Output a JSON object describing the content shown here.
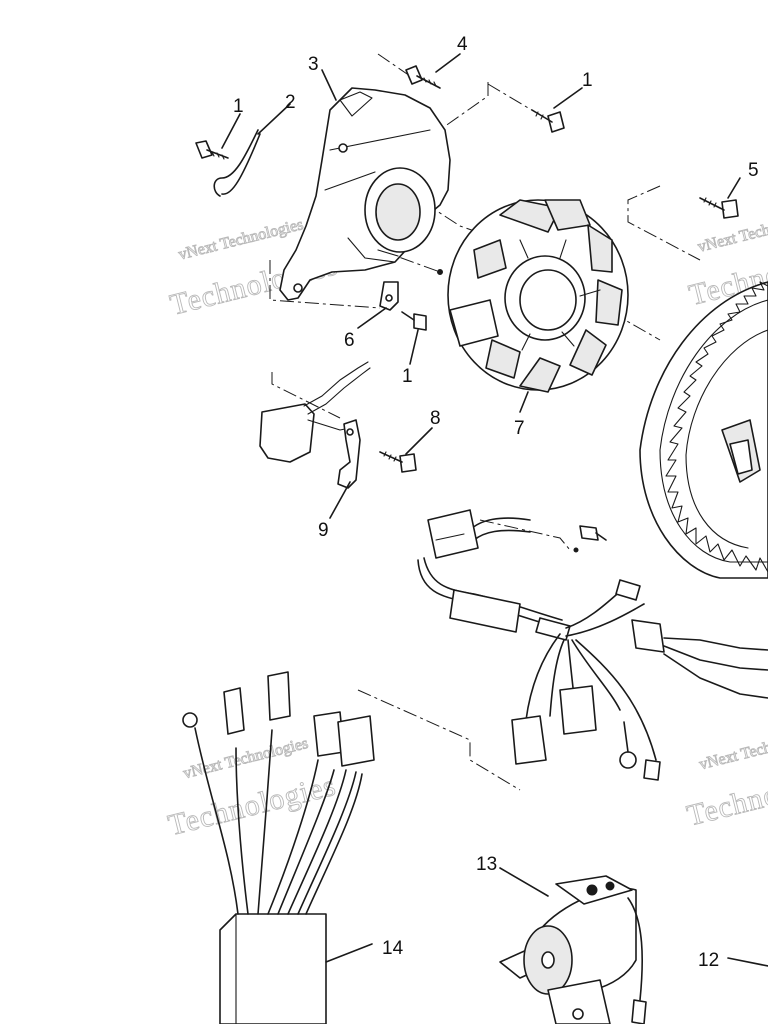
{
  "callouts": [
    {
      "id": "c1a",
      "label": "1"
    },
    {
      "id": "c2",
      "label": "2"
    },
    {
      "id": "c3",
      "label": "3"
    },
    {
      "id": "c4",
      "label": "4"
    },
    {
      "id": "c1b",
      "label": "1"
    },
    {
      "id": "c5",
      "label": "5"
    },
    {
      "id": "c6",
      "label": "6"
    },
    {
      "id": "c1c",
      "label": "1"
    },
    {
      "id": "c7",
      "label": "7"
    },
    {
      "id": "c8",
      "label": "8"
    },
    {
      "id": "c9",
      "label": "9"
    },
    {
      "id": "c13",
      "label": "13"
    },
    {
      "id": "c14",
      "label": "14"
    },
    {
      "id": "c12",
      "label": "12"
    }
  ],
  "watermark": {
    "line1": "vNext Technologies",
    "line2": "Technologies"
  }
}
